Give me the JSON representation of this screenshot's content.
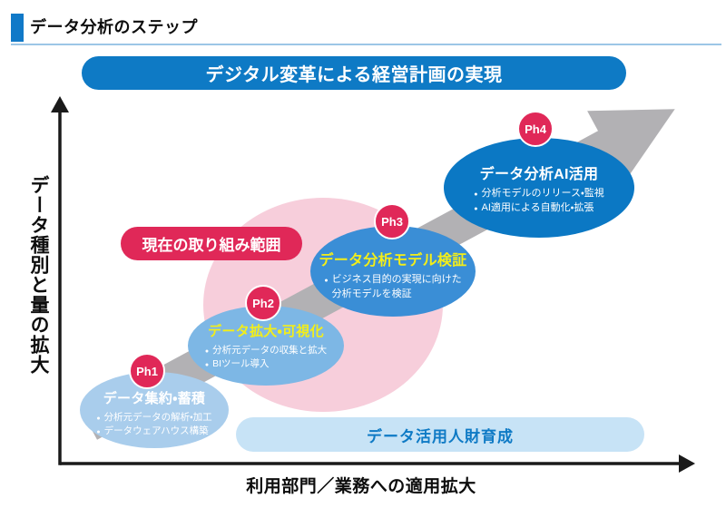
{
  "page": {
    "title": "データ分析のステップ"
  },
  "banner": {
    "label": "デジタル変革による経営計画の実現"
  },
  "axes": {
    "y_label": "データ種別と量の拡大",
    "x_label": "利用部門／業務への適用拡大"
  },
  "scope": {
    "label": "現在の取り組み範囲"
  },
  "phases": [
    {
      "badge": "Ph1",
      "title": "データ集約・蓄積",
      "bullets": [
        "分析元データの解析・加工",
        "データウェアハウス構築"
      ]
    },
    {
      "badge": "Ph2",
      "title": "データ拡大・可視化",
      "bullets": [
        "分析元データの収集と拡大",
        "BIツール導入"
      ]
    },
    {
      "badge": "Ph3",
      "title": "データ分析モデル検証",
      "bullets": [
        "ビジネス目的の実現に向けた\n分析モデルを検証"
      ]
    },
    {
      "badge": "Ph4",
      "title": "データ分析AI活用",
      "bullets": [
        "分析モデルのリリース・監視",
        "AI適用による自動化・拡張"
      ]
    }
  ],
  "footer_pill": {
    "label": "データ活用人財育成"
  },
  "colors": {
    "banner_blue": "#0e7ac5",
    "phase1_blue": "#a9cdec",
    "phase2_blue": "#7db7e5",
    "phase3_blue": "#3a8ed6",
    "phase4_blue": "#0b78c4",
    "badge_red": "#e02858",
    "scope_red": "#e02858",
    "pink_circle": "#f7cedb",
    "arrow_gray": "#b2b1b4",
    "footer_pill_bg": "#c7e3f6",
    "footer_pill_text": "#0e7ac5",
    "title_yellow": "#f3ee19",
    "header_square_blue": "#1079c8",
    "header_underline_blue": "#9cc6e6",
    "axis_black": "#1a1a1a"
  }
}
